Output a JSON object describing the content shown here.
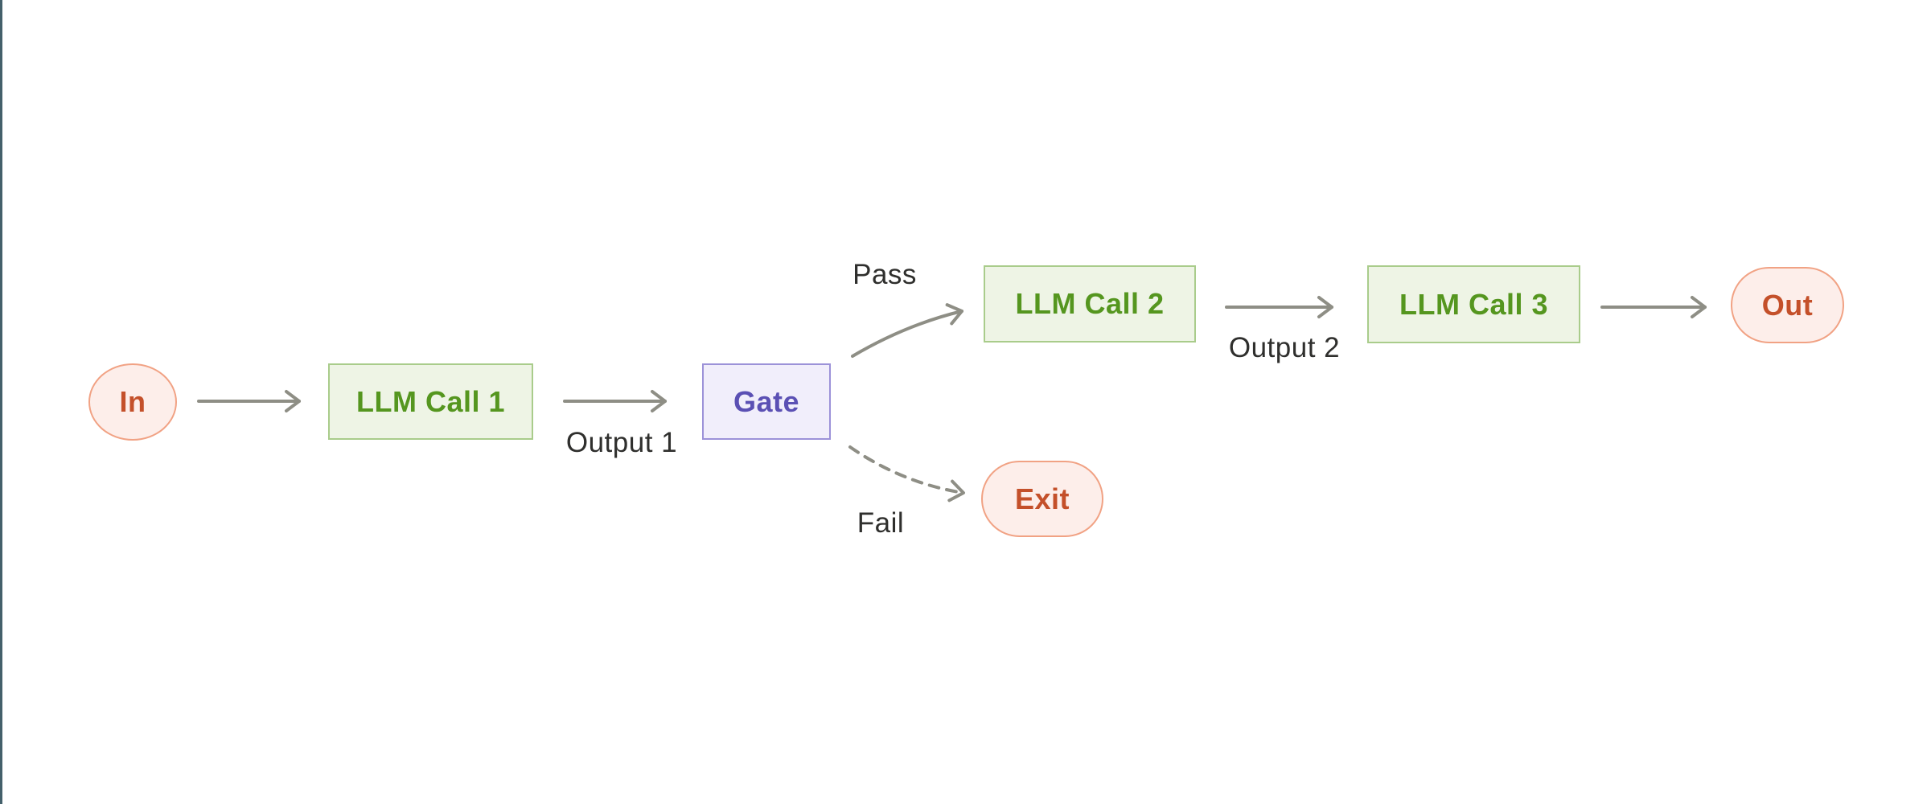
{
  "diagram": {
    "type": "flowchart",
    "nodes": {
      "in": {
        "label": "In",
        "shape": "stadium",
        "role": "input"
      },
      "llm1": {
        "label": "LLM Call 1",
        "shape": "rect",
        "role": "process"
      },
      "gate": {
        "label": "Gate",
        "shape": "rect",
        "role": "decision"
      },
      "llm2": {
        "label": "LLM Call 2",
        "shape": "rect",
        "role": "process"
      },
      "llm3": {
        "label": "LLM Call 3",
        "shape": "rect",
        "role": "process"
      },
      "out": {
        "label": "Out",
        "shape": "stadium",
        "role": "output"
      },
      "exit": {
        "label": "Exit",
        "shape": "stadium",
        "role": "output"
      }
    },
    "edges": [
      {
        "from": "in",
        "to": "llm1",
        "label": "",
        "style": "solid"
      },
      {
        "from": "llm1",
        "to": "gate",
        "label": "Output 1",
        "style": "solid"
      },
      {
        "from": "gate",
        "to": "llm2",
        "label": "Pass",
        "style": "solid"
      },
      {
        "from": "gate",
        "to": "exit",
        "label": "Fail",
        "style": "dashed"
      },
      {
        "from": "llm2",
        "to": "llm3",
        "label": "Output 2",
        "style": "solid"
      },
      {
        "from": "llm3",
        "to": "out",
        "label": "",
        "style": "solid"
      }
    ],
    "edge_labels": {
      "output1": "Output 1",
      "pass": "Pass",
      "fail": "Fail",
      "output2": "Output 2"
    },
    "colors": {
      "process_fill": "#eef4e5",
      "process_border": "#a9cc8b",
      "process_text": "#55961f",
      "gate_fill": "#f1eefb",
      "gate_border": "#9c92d8",
      "gate_text": "#5b50b4",
      "terminal_fill": "#fdeeea",
      "terminal_border": "#f1a284",
      "terminal_text": "#c4502a",
      "arrow": "#8e8e85",
      "edge_label_text": "#2f2f2d",
      "left_edge_line": "#44606b",
      "background": "#ffffff"
    }
  }
}
